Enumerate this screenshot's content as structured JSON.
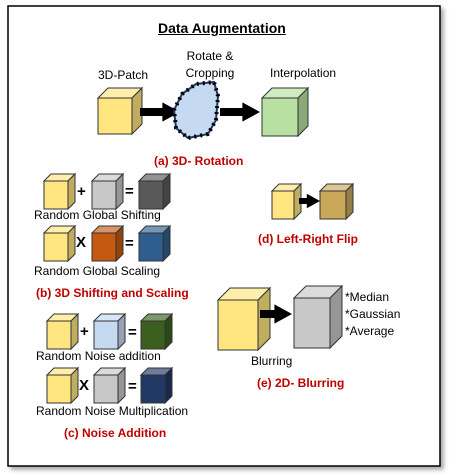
{
  "title": "Data Augmentation",
  "rotation": {
    "input_label": "3D-Patch",
    "middle_label": "Rotate & Cropping",
    "output_label": "Interpolation",
    "caption": "(a) 3D- Rotation"
  },
  "shift_scale": {
    "shifting_label": "Random Global Shifting",
    "scaling_label": "Random Global Scaling",
    "caption": "(b) 3D Shifting and Scaling",
    "plus": "+",
    "times": "X",
    "equals": "="
  },
  "noise": {
    "addition_label": "Random Noise addition",
    "multiplication_label": "Random Noise Multiplication",
    "caption": "(c) Noise Addition",
    "plus": "+",
    "times": "X",
    "equals": "="
  },
  "flip": {
    "caption": "(d)  Left-Right Flip"
  },
  "blur": {
    "label": "Blurring",
    "options": [
      "*Median",
      "*Gaussian",
      "*Average"
    ],
    "caption": "(e) 2D- Blurring"
  },
  "colors": {
    "yellow": "#ffe680",
    "green": "#b8e0a0",
    "light_blue": "#c5d9f1",
    "gray": "#c8c8c8",
    "dark_gray": "#595959",
    "orange": "#c65911",
    "steel_blue": "#2e5d8e",
    "dark_green": "#3a5f1e",
    "dark_navy": "#203864",
    "tan": "#c9a85a",
    "caption_red": "#c00000"
  }
}
